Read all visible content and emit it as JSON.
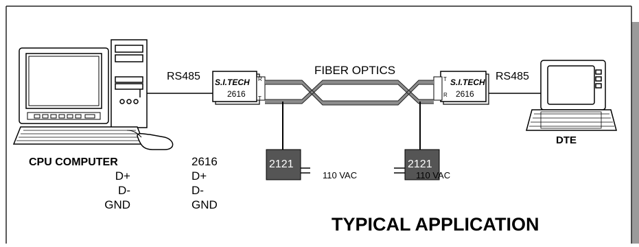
{
  "diagram": {
    "title": "TYPICAL APPLICATION",
    "link_label": "FIBER OPTICS",
    "left_link": "RS485",
    "right_link": "RS485",
    "computer_label": "CPU COMPUTER",
    "dte_label": "DTE",
    "left_converter": {
      "brand": "S.I.TECH",
      "model": "2616",
      "port_top": "R",
      "port_bottom": "T"
    },
    "right_converter": {
      "brand": "S.I.TECH",
      "model": "2616",
      "port_top": "T",
      "port_bottom": "R"
    },
    "power_supplies": [
      {
        "model": "2121",
        "voltage": "110 VAC"
      },
      {
        "model": "2121",
        "voltage": "110 VAC"
      }
    ],
    "computer_pins": [
      "D+",
      "D-",
      "GND"
    ],
    "device_header": "2616",
    "device_pins": [
      "D+",
      "D-",
      "GND"
    ]
  },
  "colors": {
    "fiber": "#8c8c8c",
    "power_box": "#555555",
    "frame_shadow": "#9a9a9a"
  }
}
